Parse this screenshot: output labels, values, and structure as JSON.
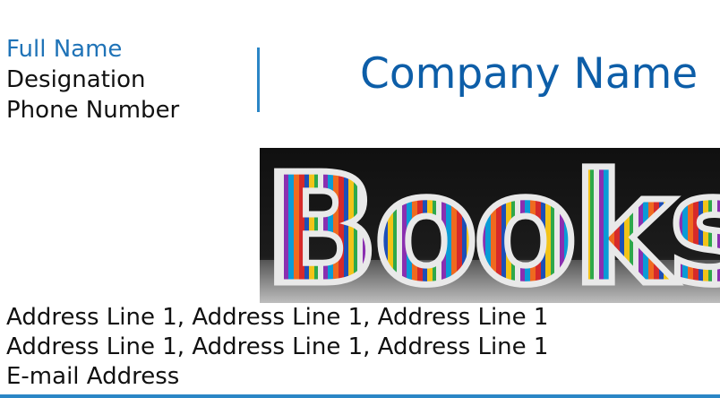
{
  "contact": {
    "full_name": "Full Name",
    "designation": "Designation",
    "phone": "Phone Number"
  },
  "company": {
    "name": "Company Name"
  },
  "image": {
    "word": "Books"
  },
  "address": {
    "line1": "Address Line 1, Address Line 1, Address Line 1",
    "line2": "Address Line 1, Address Line 1, Address Line 1",
    "email": "E-mail Address"
  },
  "colors": {
    "accent": "#2b86c6",
    "company": "#0d5ea8",
    "name": "#1f73b7"
  }
}
